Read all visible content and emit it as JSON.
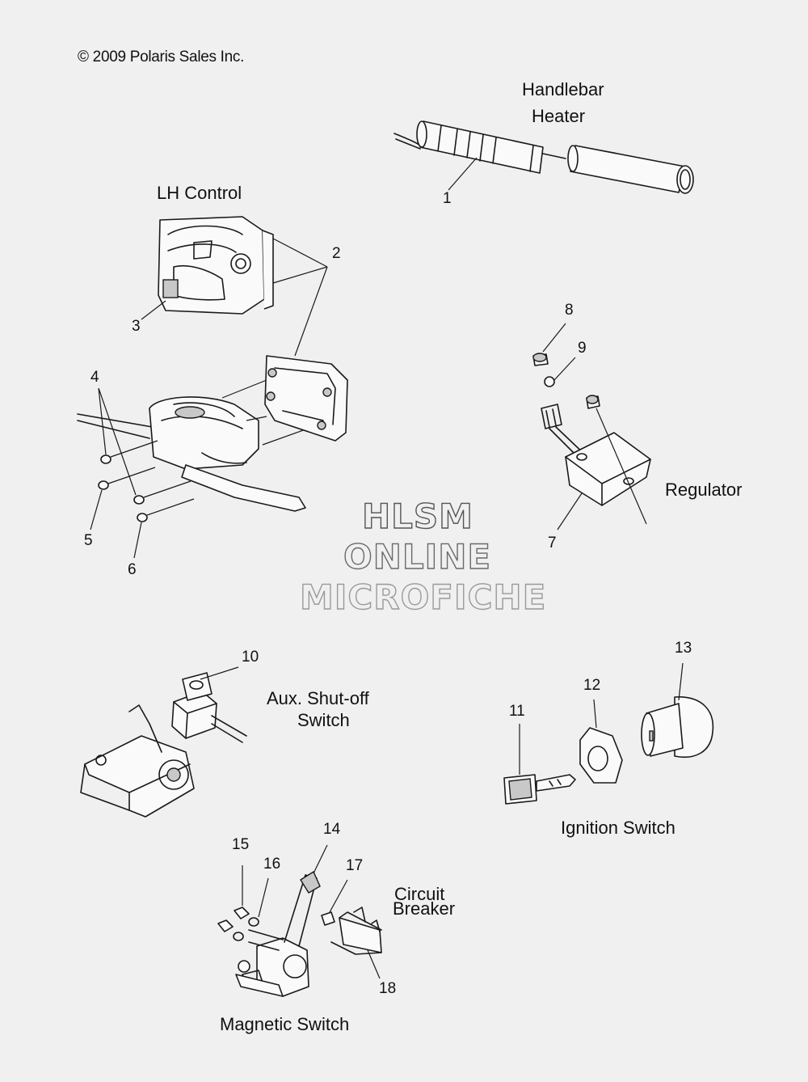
{
  "copyright": "© 2009 Polaris Sales Inc.",
  "watermark": {
    "line1": "HLSM",
    "line2": "ONLINE",
    "line3": "MICROFICHE"
  },
  "groups": {
    "handlebar_heater": {
      "line1": "Handlebar",
      "line2": "Heater"
    },
    "lh_control": "LH Control",
    "regulator": "Regulator",
    "aux_shutoff": {
      "line1": "Aux. Shut-off",
      "line2": "Switch"
    },
    "ignition_switch": "Ignition Switch",
    "circuit_breaker": {
      "line1": "Circuit",
      "line2": "Breaker"
    },
    "magnetic_switch": "Magnetic Switch"
  },
  "callouts": [
    "1",
    "2",
    "3",
    "4",
    "5",
    "6",
    "7",
    "8",
    "9",
    "10",
    "11",
    "12",
    "13",
    "14",
    "15",
    "16",
    "17",
    "18"
  ],
  "colors": {
    "background": "#f0f0f0",
    "line": "#1a1a1a"
  }
}
